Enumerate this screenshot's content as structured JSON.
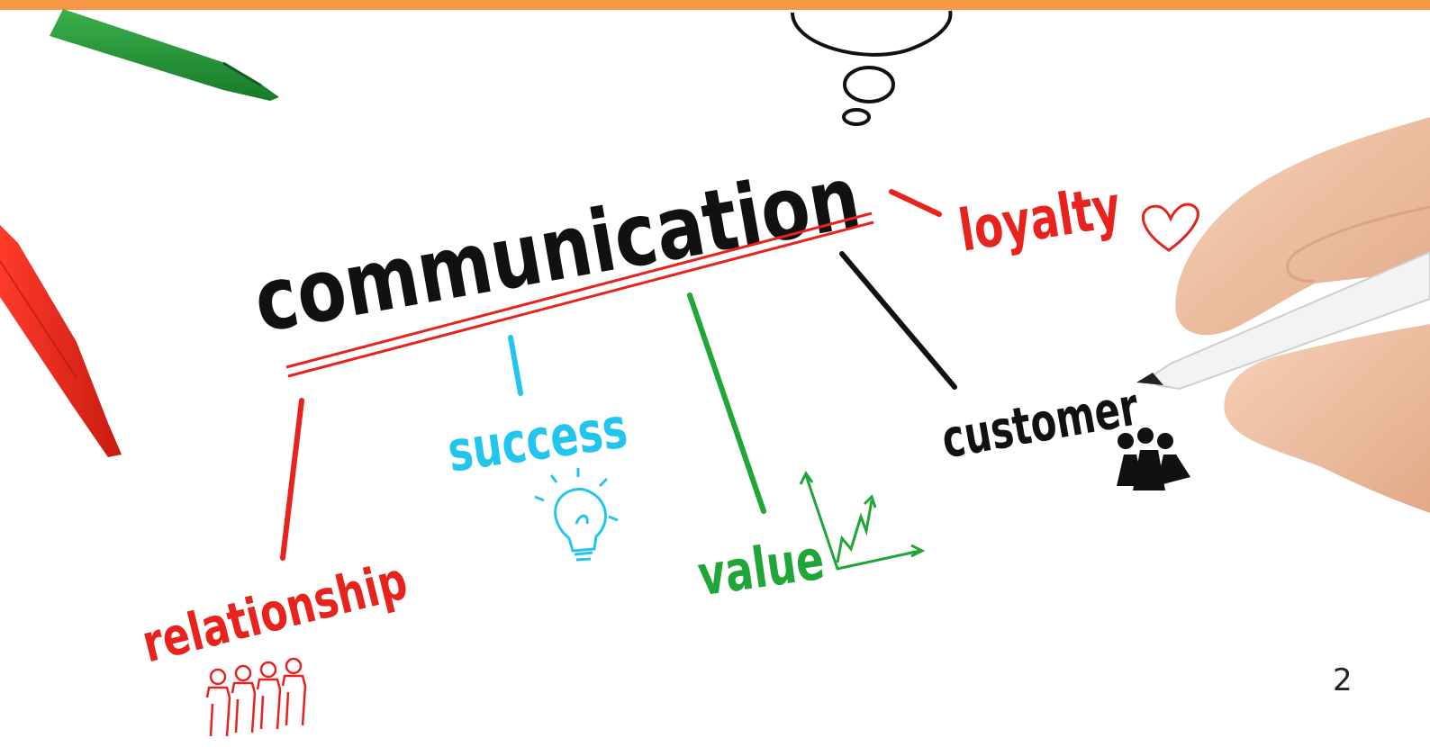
{
  "slide": {
    "page_number": "2",
    "accent_bar_color": "#F79646"
  },
  "diagram": {
    "center_word": "communication",
    "branches": [
      {
        "id": "loyalty",
        "label": "loyalty",
        "color": "#E8231E",
        "icon": "heart-icon"
      },
      {
        "id": "customer",
        "label": "customer",
        "color": "#111111",
        "icon": "people-group-icon"
      },
      {
        "id": "success",
        "label": "success",
        "color": "#22C5EE",
        "icon": "lightbulb-icon"
      },
      {
        "id": "value",
        "label": "value",
        "color": "#1FA637",
        "icon": "growth-chart-icon"
      },
      {
        "id": "relationship",
        "label": "relationship",
        "color": "#E8231E",
        "icon": "people-row-icon"
      }
    ],
    "decorations": [
      "thought-bubble-icon",
      "green-marker",
      "red-marker",
      "hand-with-pen"
    ]
  }
}
